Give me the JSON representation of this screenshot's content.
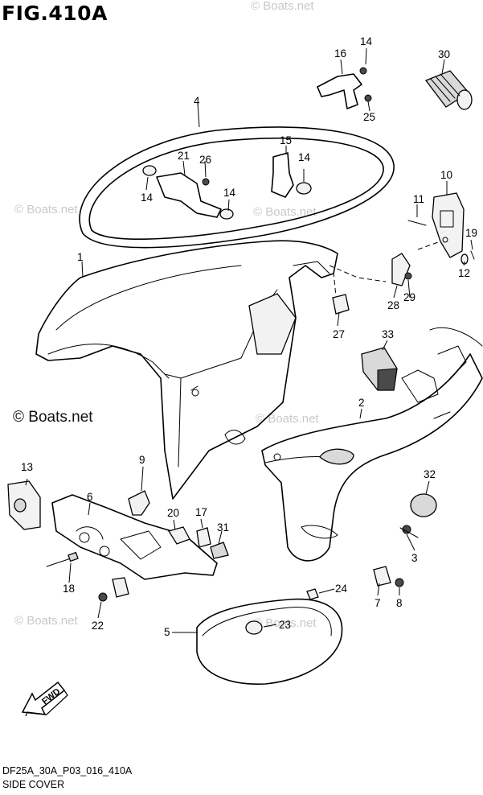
{
  "figure": {
    "title": "FIG.410A",
    "code": "DF25A_30A_P03_016_410A",
    "name": "SIDE COVER"
  },
  "watermarks": [
    "© Boats.net",
    "© Boats.net",
    "© Boats.net",
    "© Boats.net",
    "© Boats.net",
    "© Boats.net",
    "© Boats.net"
  ],
  "fwd_label": "FWD",
  "callouts": [
    "1",
    "2",
    "3",
    "4",
    "5",
    "6",
    "7",
    "8",
    "9",
    "10",
    "11",
    "12",
    "13",
    "14",
    "14",
    "14",
    "14",
    "15",
    "16",
    "17",
    "18",
    "19",
    "20",
    "21",
    "22",
    "23",
    "24",
    "25",
    "26",
    "27",
    "28",
    "29",
    "30",
    "31",
    "32",
    "33"
  ]
}
